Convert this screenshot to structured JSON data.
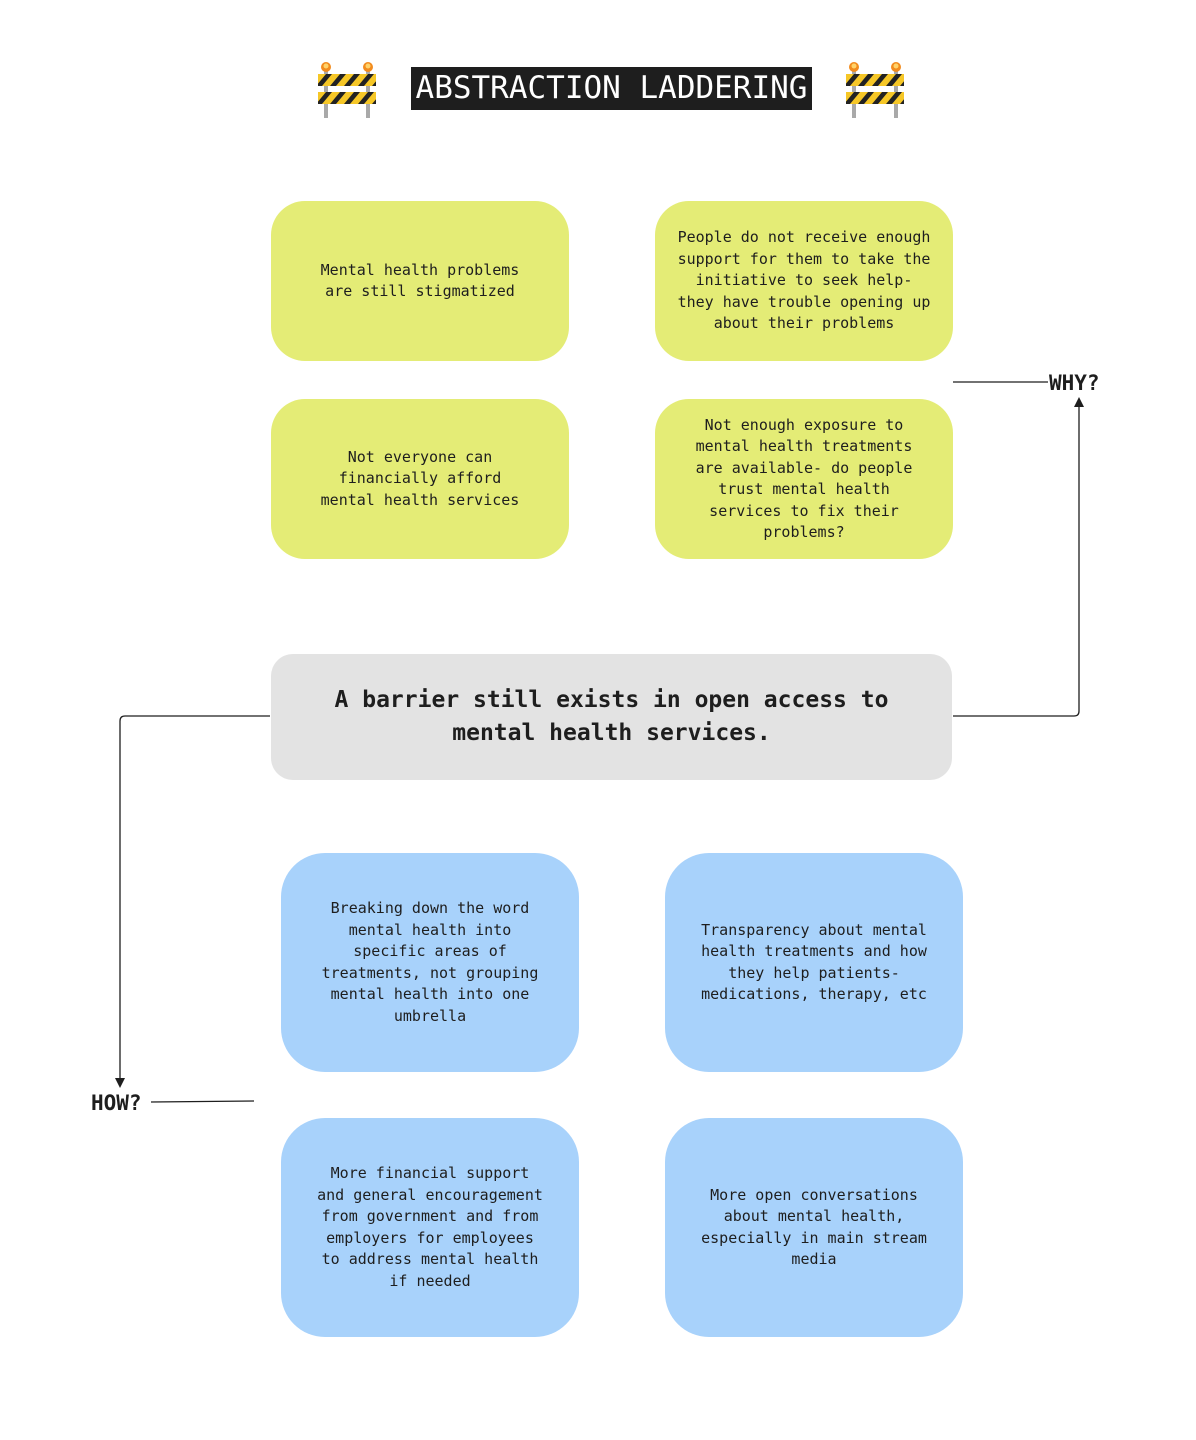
{
  "header": {
    "title": "ABSTRACTION LADDERING",
    "left_icon": "construction-barricade-icon",
    "right_icon": "construction-barricade-icon"
  },
  "why": {
    "label": "WHY?",
    "cards": [
      "Mental health problems are still stigmatized",
      "People do not receive enough support for them to take the initiative to seek help- they have trouble opening up about their problems",
      "Not everyone can financially afford mental health services",
      "Not enough exposure to mental health treatments are available- do people trust mental health services to fix their problems?"
    ]
  },
  "problem": {
    "statement": "A barrier still exists in open access to mental health services."
  },
  "how": {
    "label": "HOW?",
    "cards": [
      "Breaking down the word mental health into specific areas of treatments, not grouping mental health into one umbrella",
      "Transparency about mental health treatments and how they help patients- medications, therapy, etc",
      "More financial support and general encouragement from government and from employers for employees to address mental health if needed",
      "More open conversations about mental health, especially in main stream media"
    ]
  },
  "colors": {
    "why_card": "#e4ec76",
    "how_card": "#a8d2fb",
    "problem_card": "#e3e3e3",
    "title_bg": "#1e1e1e",
    "connector": "#1e1e1e"
  }
}
